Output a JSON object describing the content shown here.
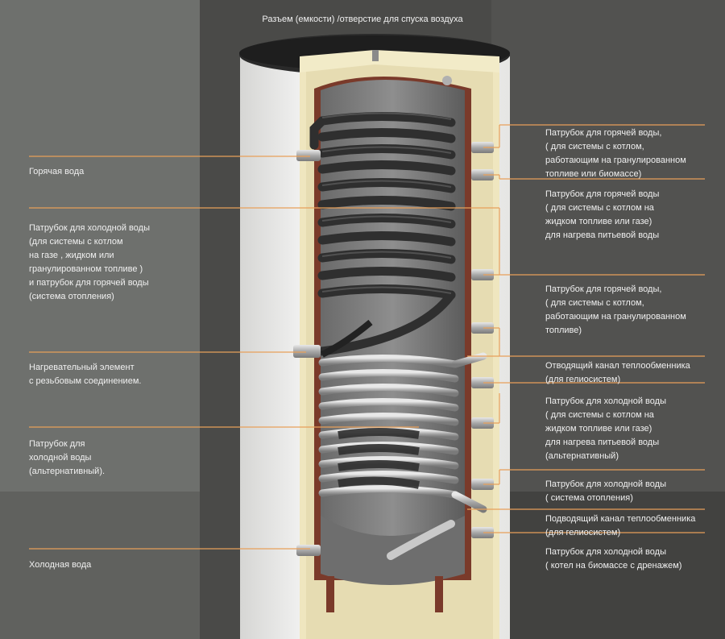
{
  "diagram": {
    "top_label": "Разъем (емкости) /отверстие для  спуска воздуха",
    "left_labels": [
      "Горячая вода",
      "Патрубок для холодной воды\n(для системы с котлом\nна газе , жидком или\nгранулированном топливе )\nи патрубок для горячей воды\n(система отопления)",
      "Нагревательный элемент\nс резьбовым соединением.",
      "Патрубок для\nхолодной воды\n(альтернативный).",
      "Холодная вода"
    ],
    "right_labels": [
      "Патрубок для горячей воды,\n( для системы с котлом,\nработающим на гранулированном\nтопливе или биомассе)",
      "Патрубок для горячей воды\n( для системы с котлом на\nжидком топливе или газе)\nдля нагрева питьевой воды",
      "Патрубок для горячей воды,\n( для системы с котлом,\nработающим на гранулированном\nтопливе)",
      "Отводящий канал теплообменника\n(для гелиосистем)",
      "Патрубок для холодной воды\n( для системы с котлом на\nжидком топливе или газе)\nдля нагрева питьевой воды\n(альтернативный)",
      "Патрубок для холодной воды\n( система отопления)",
      "Подводящий канал теплообменника\n(для гелиосистем)",
      "Патрубок для холодной воды\n( котел на биомассе с дренажем)"
    ]
  },
  "colors": {
    "background": "#4a4a48",
    "leader_line": "#e8a05a",
    "tank_shell": "#f2f2f0",
    "insulation": "#efe6bf"
  }
}
